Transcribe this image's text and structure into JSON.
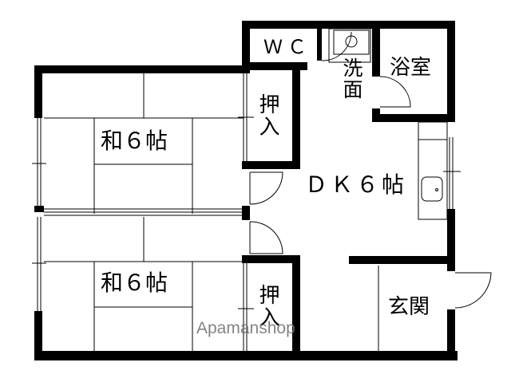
{
  "floor_plan": {
    "rooms": {
      "wc": "ＷＣ",
      "washroom": "洗面",
      "bath": "浴室",
      "closet_upper": "押入",
      "closet_lower": "押入",
      "japanese_room_upper": "和６帖",
      "japanese_room_lower": "和６帖",
      "dining_kitchen": "ＤＫ６帖",
      "entrance": "玄関"
    },
    "watermark": "Apamanshop",
    "colors": {
      "wall": "#000000",
      "line": "#000000",
      "background": "#ffffff",
      "watermark": "#6e6e6e"
    }
  }
}
